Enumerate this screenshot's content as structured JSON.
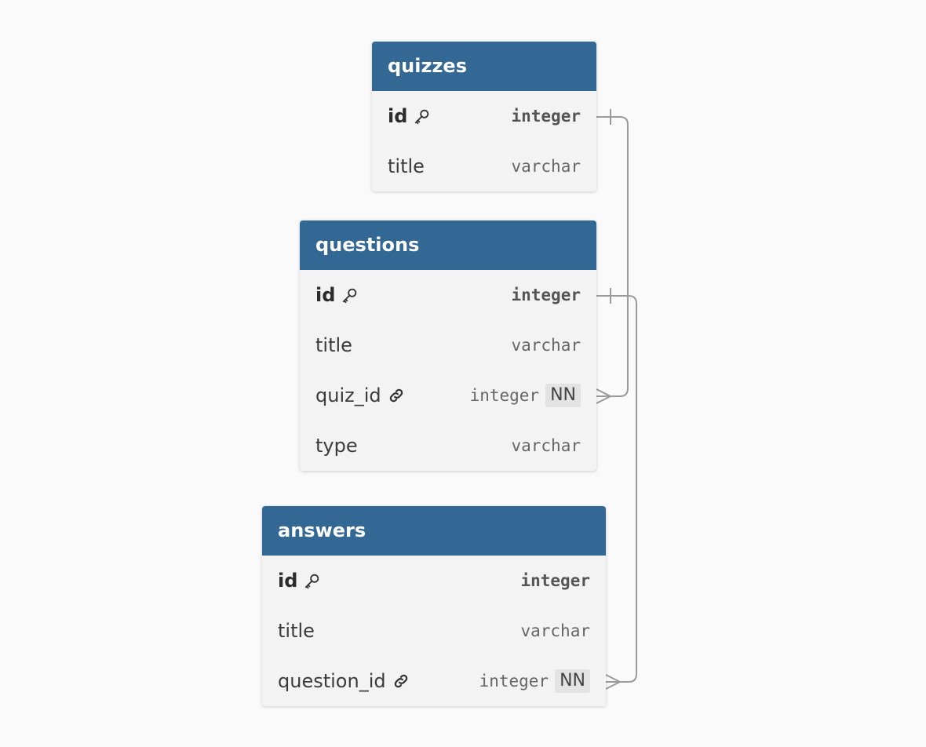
{
  "tables": {
    "quizzes": {
      "name": "quizzes",
      "columns": [
        {
          "name": "id",
          "type": "integer"
        },
        {
          "name": "title",
          "type": "varchar"
        }
      ]
    },
    "questions": {
      "name": "questions",
      "columns": [
        {
          "name": "id",
          "type": "integer"
        },
        {
          "name": "title",
          "type": "varchar"
        },
        {
          "name": "quiz_id",
          "type": "integer",
          "badge": "NN"
        },
        {
          "name": "type",
          "type": "varchar"
        }
      ]
    },
    "answers": {
      "name": "answers",
      "columns": [
        {
          "name": "id",
          "type": "integer"
        },
        {
          "name": "title",
          "type": "varchar"
        },
        {
          "name": "question_id",
          "type": "integer",
          "badge": "NN"
        }
      ]
    }
  },
  "relationships": [
    {
      "from": "quizzes.id",
      "to": "questions.quiz_id",
      "cardinality": "one-to-many"
    },
    {
      "from": "questions.id",
      "to": "answers.question_id",
      "cardinality": "one-to-many"
    }
  ],
  "colors": {
    "header": "#336894",
    "body": "#f3f3f4",
    "connector": "#999999"
  },
  "icons": {
    "primary_key": "key-icon",
    "foreign_key": "link-icon"
  }
}
